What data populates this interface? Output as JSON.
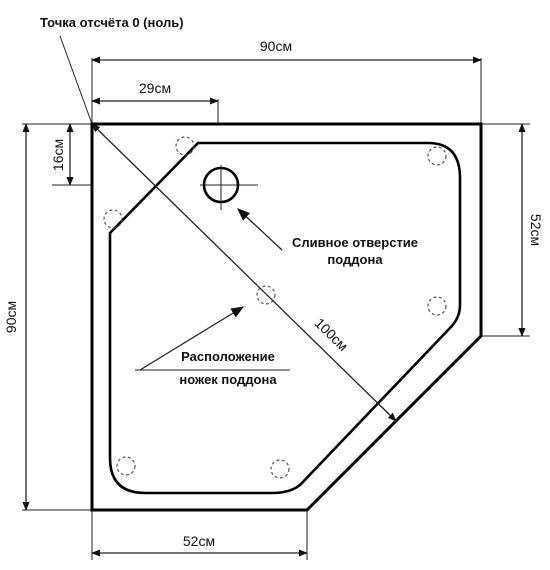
{
  "labels": {
    "origin": "Точка отсчёта 0 (ноль)",
    "width_top": "90см",
    "drain_offset_x": "29см",
    "drain_offset_y": "16см",
    "height_left": "90см",
    "right_side": "52см",
    "bottom_side": "52см",
    "diagonal": "100см",
    "drain_line1": "Сливное отверстие",
    "drain_line2": "поддона",
    "feet_line1": "Расположение",
    "feet_line2": "ножек поддона"
  },
  "colors": {
    "stroke": "#000000",
    "background": "#ffffff",
    "foot_outline": "#555555"
  }
}
